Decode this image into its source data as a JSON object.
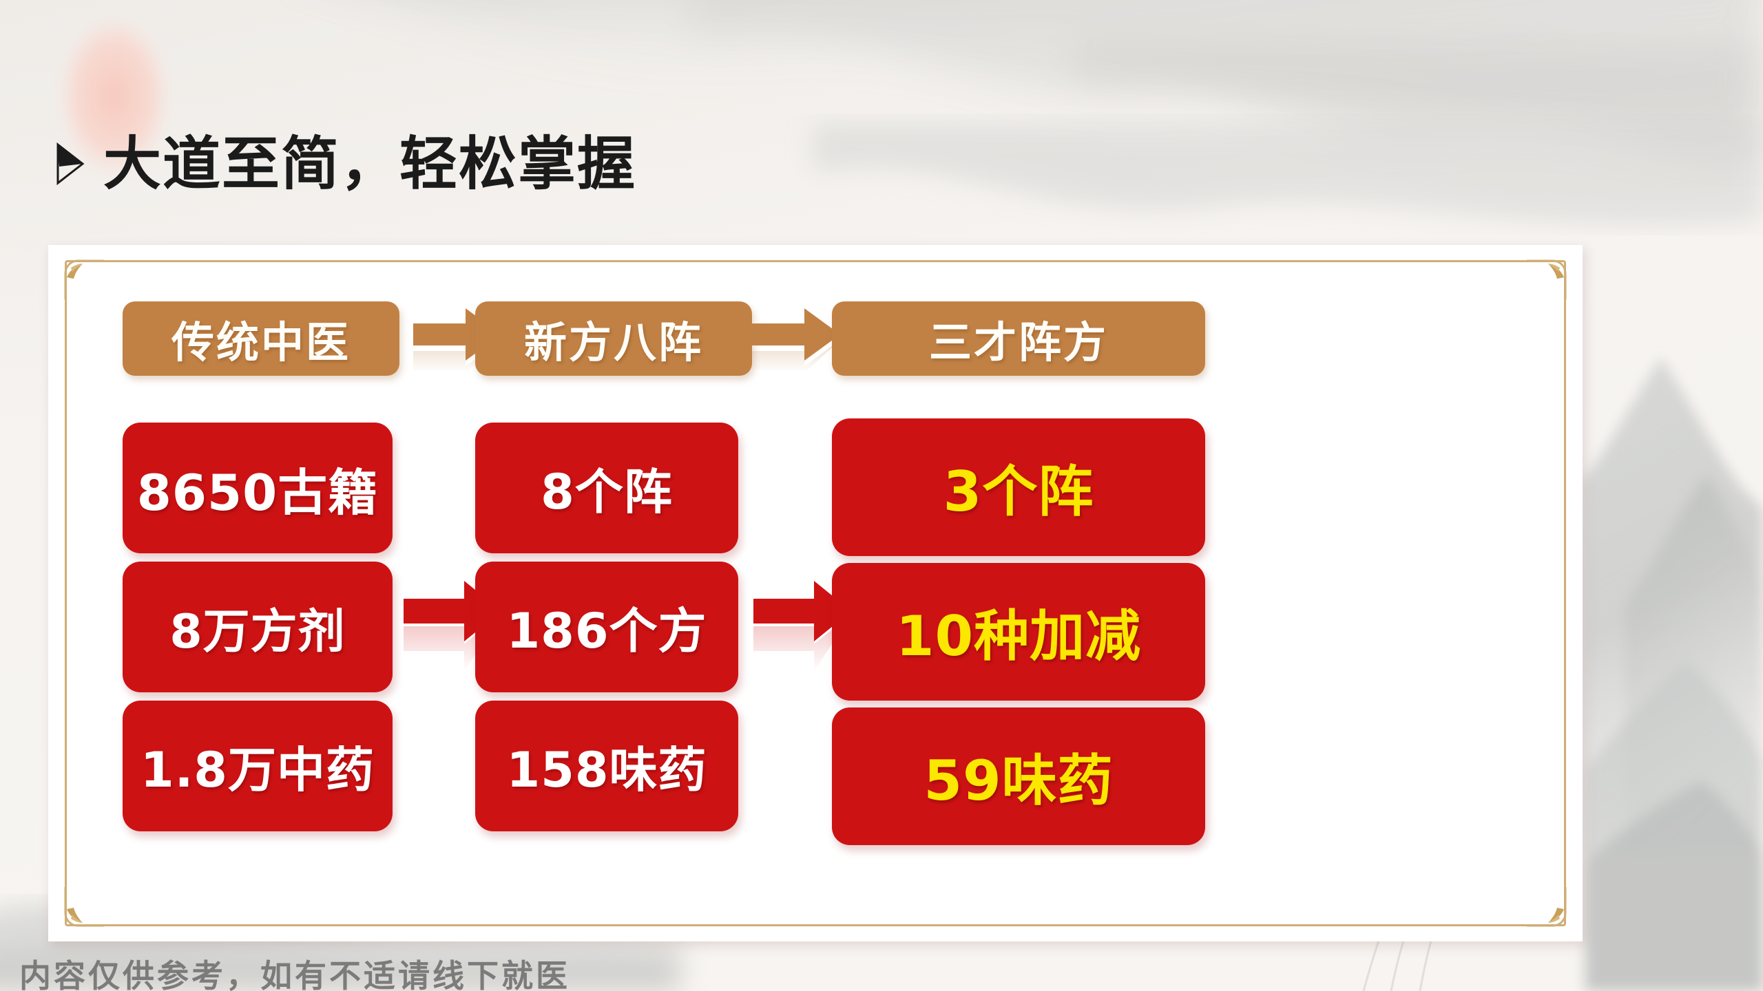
{
  "page": {
    "title": "大道至简，轻松掌握",
    "bullet_icon": "arrow-bullet-icon",
    "disclaimer": "内容仅供参考，如有不适请线下就医"
  },
  "colors": {
    "background": "#f3f1ee",
    "panel": "#ffffff",
    "panel_border": "#cfae74",
    "header_box": "#c18144",
    "stat_box": "#cd1214",
    "stat_text_white": "#ffffff",
    "stat_text_yellow": "#fbe700",
    "title_text": "#1b1b1b",
    "disclaimer_text": "#6c6c6c",
    "sun_accent": "#f6cfc5"
  },
  "diagram": {
    "headers": [
      {
        "label": "传统中医"
      },
      {
        "label": "新方八阵"
      },
      {
        "label": "三才阵方"
      }
    ],
    "header_arrows": [
      {
        "icon": "arrow-right-icon"
      },
      {
        "icon": "arrow-right-icon"
      }
    ],
    "columns": [
      {
        "header": "传统中医",
        "highlight": false,
        "stats": [
          {
            "value": "8650古籍"
          },
          {
            "value": "8万方剂"
          },
          {
            "value": "1.8万中药"
          }
        ]
      },
      {
        "header": "新方八阵",
        "highlight": false,
        "stats": [
          {
            "value": "8个阵"
          },
          {
            "value": "186个方"
          },
          {
            "value": "158味药"
          }
        ]
      },
      {
        "header": "三才阵方",
        "highlight": true,
        "stats": [
          {
            "value": "3个阵"
          },
          {
            "value": "10种加减"
          },
          {
            "value": "59味药"
          }
        ]
      }
    ],
    "column_arrows": [
      {
        "icon": "arrow-right-icon"
      },
      {
        "icon": "arrow-right-icon"
      }
    ]
  }
}
